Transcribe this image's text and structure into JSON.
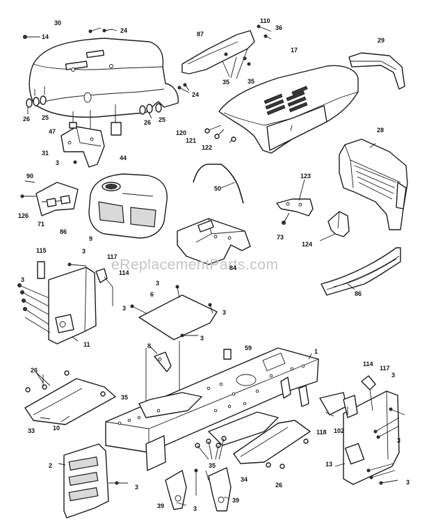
{
  "watermark": "eReplacementParts.com",
  "callouts": {
    "c14": "14",
    "c30": "30",
    "c24a": "24",
    "c24b": "24",
    "c26a": "26",
    "c25a": "25",
    "c47": "47",
    "c26b": "26",
    "c25b": "25",
    "c31": "31",
    "c3a": "3",
    "c44": "44",
    "c87": "87",
    "c110": "110",
    "c36": "36",
    "c35a": "35",
    "c35b": "35",
    "c17": "17",
    "c29": "29",
    "c120": "120",
    "c121": "121",
    "c122": "122",
    "c28": "28",
    "c90": "90",
    "c126": "126",
    "c71": "71",
    "c86a": "86",
    "c9": "9",
    "c50": "50",
    "c123": "123",
    "c73": "73",
    "c124": "124",
    "c84": "84",
    "c86b": "86",
    "c115": "115",
    "c3b": "3",
    "c117a": "117",
    "c114a": "114",
    "c3c": "3",
    "c11": "11",
    "c3d": "3",
    "c6": "6",
    "c3e": "3",
    "c3f": "3",
    "c3g": "3",
    "c8": "8",
    "c59": "59",
    "c1": "1",
    "c26c": "26",
    "c35c": "35",
    "c33": "33",
    "c10": "10",
    "c114b": "114",
    "c117b": "117",
    "c3h": "3",
    "c118": "118",
    "c102": "102",
    "c3i": "3",
    "c3j": "3",
    "c13": "13",
    "c2": "2",
    "c3k": "3",
    "c35d": "35",
    "c34": "34",
    "c26d": "26",
    "c39a": "39",
    "c3l": "3",
    "c39b": "39"
  }
}
